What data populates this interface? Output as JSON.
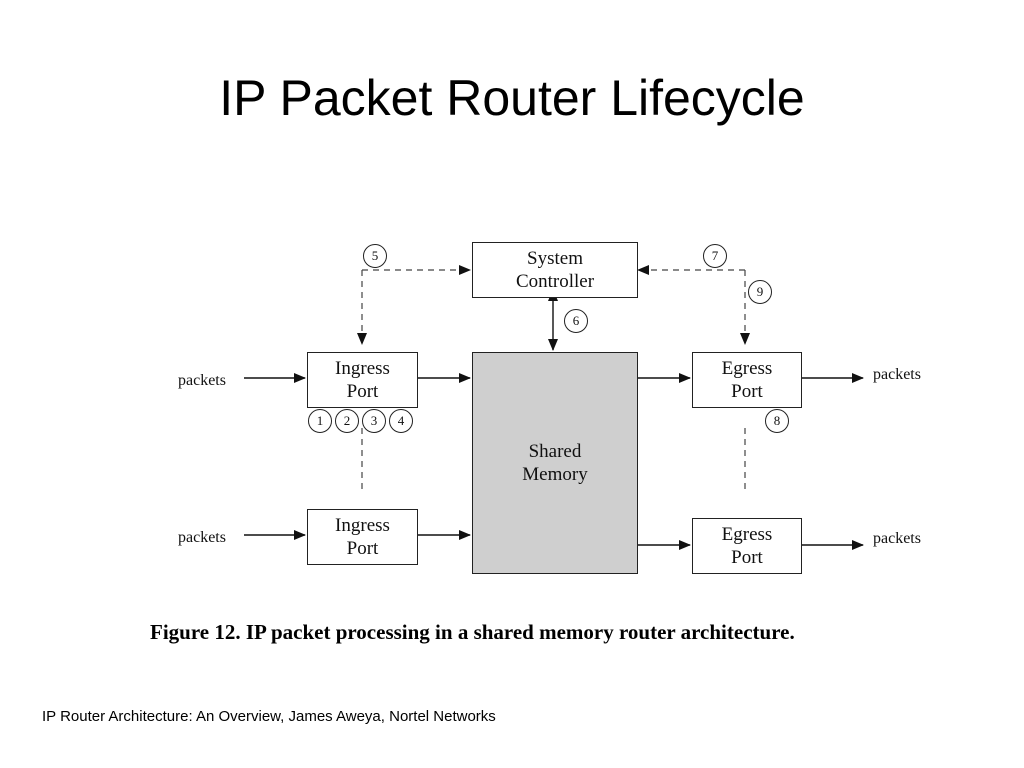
{
  "slide": {
    "title": "IP Packet Router Lifecycle",
    "source": "IP Router Architecture: An Overview, James Aweya, Nortel Networks"
  },
  "diagram": {
    "system_controller": [
      "System",
      "Controller"
    ],
    "shared_memory": [
      "Shared",
      "Memory"
    ],
    "ingress_port_top": [
      "Ingress",
      "Port"
    ],
    "ingress_port_bottom": [
      "Ingress",
      "Port"
    ],
    "egress_port_top": [
      "Egress",
      "Port"
    ],
    "egress_port_bottom": [
      "Egress",
      "Port"
    ],
    "packet_labels": [
      "packets",
      "packets",
      "packets",
      "packets"
    ],
    "steps": [
      "1",
      "2",
      "3",
      "4",
      "5",
      "6",
      "7",
      "8",
      "9"
    ],
    "caption": "Figure 12. IP packet processing in a shared memory router architecture."
  }
}
